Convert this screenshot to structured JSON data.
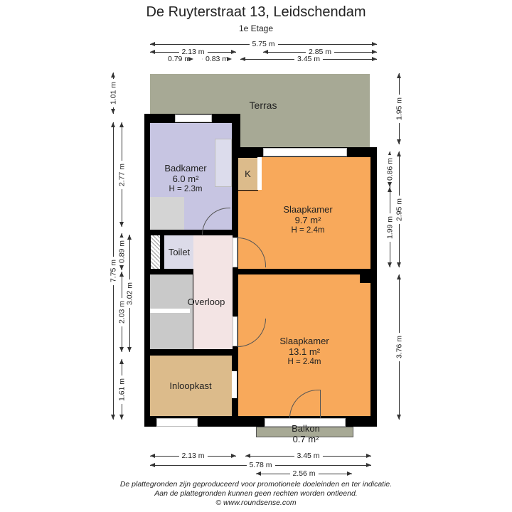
{
  "header": {
    "title": "De Ruyterstraat 13, Leidschendam",
    "subtitle": "1e Etage"
  },
  "colors": {
    "terras": "#a7a995",
    "badkamer": "#c7c5e2",
    "slaapkamer": "#f8a95b",
    "berging": "#dcbb8b",
    "overloop": "#f3e4e4",
    "toilet": "#dcdbe9",
    "stairs": "#c9c9c9",
    "wall": "#000000"
  },
  "rooms": {
    "terras": {
      "name": "Terras"
    },
    "badkamer": {
      "name": "Badkamer",
      "area": "6.0 m²",
      "height": "H = 2.3m"
    },
    "k": {
      "name": "K"
    },
    "slaapkamer1": {
      "name": "Slaapkamer",
      "area": "9.7 m²",
      "height": "H = 2.4m"
    },
    "toilet": {
      "name": "Toilet"
    },
    "overloop": {
      "name": "Overloop"
    },
    "slaapkamer2": {
      "name": "Slaapkamer",
      "area": "13.1 m²",
      "height": "H = 2.4m"
    },
    "inloopkast": {
      "name": "Inloopkast"
    },
    "balkon": {
      "name": "Balkon",
      "area": "0.7 m²"
    }
  },
  "dimensions": {
    "top": [
      "5.75 m",
      "2.13 m",
      "2.85 m",
      "0.79 m",
      "0.83 m",
      "3.45 m"
    ],
    "bottom": [
      "2.13 m",
      "3.45 m",
      "5.78 m",
      "2.56 m"
    ],
    "left": [
      "1.01 m",
      "7.75 m",
      "2.77 m",
      "0.89 m",
      "2.03 m",
      "3.02 m",
      "1.61 m"
    ],
    "right": [
      "1.95 m",
      "0.86 m",
      "1.99 m",
      "2.95 m",
      "3.76 m"
    ]
  },
  "footer": {
    "line1": "De plattegronden zijn geproduceerd voor promotionele doeleinden en ter indicatie.",
    "line2": "Aan de plattegronden kunnen geen rechten worden ontleend.",
    "line3": "© www.roundsense.com"
  }
}
